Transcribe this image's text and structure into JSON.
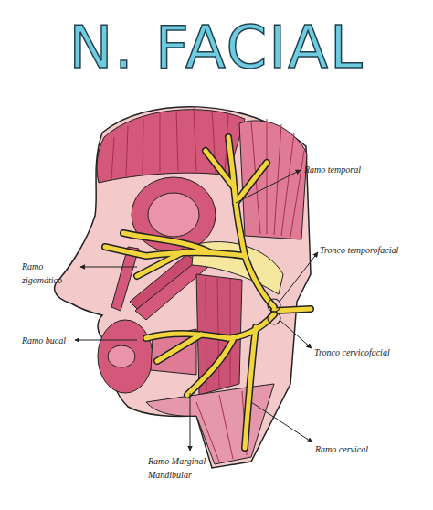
{
  "diagram": {
    "title": "N. FACIAL",
    "labels": [
      "Ramo temporal",
      "Tronco temporofacial",
      "Ramo zigomático",
      "Ramo bucal",
      "Tronco cervicofacial",
      "Ramo cervical",
      "Ramo Marginal Mandibular"
    ]
  }
}
